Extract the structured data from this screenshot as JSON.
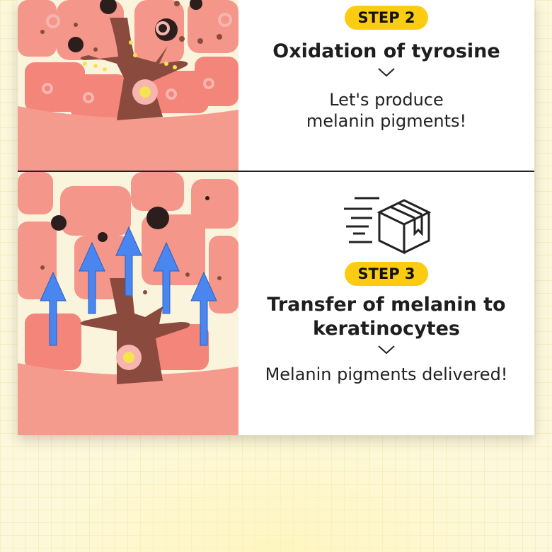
{
  "step2": {
    "badge": "STEP 2",
    "title": "Oxidation of tyrosine",
    "description_lines": [
      "Let's produce",
      "melanin pigments!"
    ]
  },
  "step3": {
    "badge": "STEP 3",
    "title_lines": [
      "Transfer of melanin to",
      "keratinocytes"
    ],
    "description": "Melanin pigments delivered!",
    "icon": "delivery-box-icon"
  },
  "colors": {
    "badge": "#fccc12",
    "skin": "#f59b8e",
    "melanocyte": "#8a4a3e",
    "arrow": "#4a86f0"
  }
}
